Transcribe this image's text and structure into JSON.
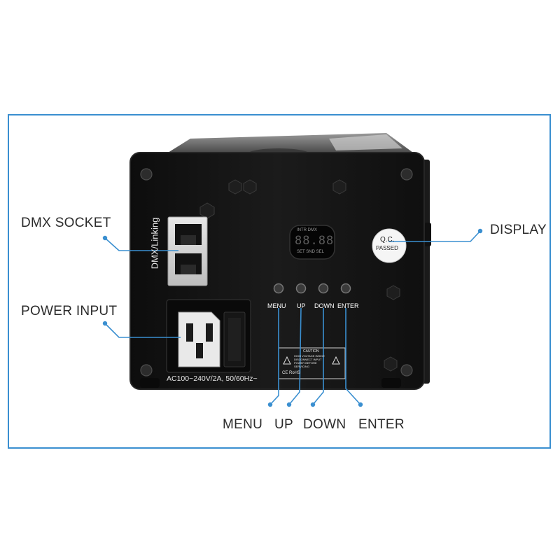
{
  "callouts": {
    "dmx_socket": "DMX SOCKET",
    "power_input": "POWER INPUT",
    "display": "DISPLAY",
    "menu": "MENU",
    "up": "UP",
    "down": "DOWN",
    "enter": "ENTER"
  },
  "device": {
    "socket_label": "DMX/Linking",
    "power_rating": "AC100~240V/2A, 50/60Hz~",
    "buttons": {
      "menu": "MENU",
      "up": "UP",
      "down": "DOWN",
      "enter": "ENTER"
    },
    "display_readout": "88.88",
    "display_top_text": "INTR DMX",
    "display_bottom_text": "SET SND SEL",
    "qc_sticker": {
      "line1": "Q.C.",
      "line2": "PASSED"
    },
    "caution_label": {
      "title": "CAUTION",
      "lines": [
        "HIGH VOLTAGE INSIDE",
        "DISCONNECT INPUT",
        "POWER BEFORE",
        "SERVICING"
      ],
      "marks": "CE RoHS"
    }
  },
  "colors": {
    "frame": "#3a8fd0",
    "leader": "#3a8fd0",
    "device_body": "#141414",
    "label_text": "#2b2b2b"
  }
}
